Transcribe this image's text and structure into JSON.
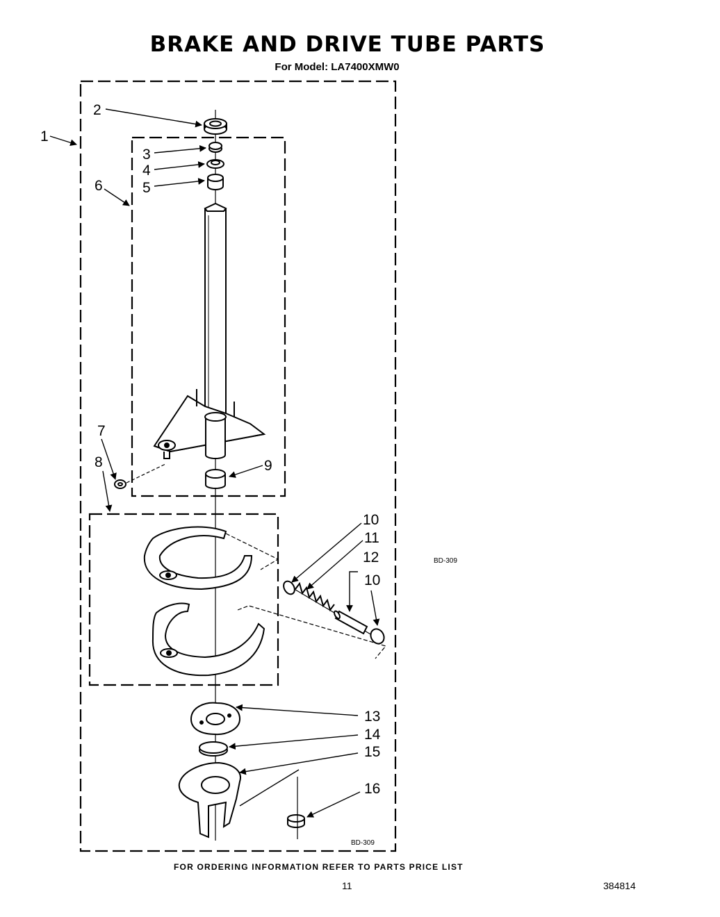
{
  "title": "BRAKE AND DRIVE TUBE PARTS",
  "subtitle": "For Model: LA7400XMW0",
  "diagram_code": "BD-309",
  "side_code": "BD-309",
  "footer_note": "FOR ORDERING INFORMATION REFER TO PARTS PRICE LIST",
  "page_number": "11",
  "document_number": "384814",
  "callouts": [
    "1",
    "2",
    "3",
    "4",
    "5",
    "6",
    "7",
    "8",
    "9",
    "10",
    "11",
    "12",
    "10",
    "13",
    "14",
    "15",
    "16"
  ]
}
